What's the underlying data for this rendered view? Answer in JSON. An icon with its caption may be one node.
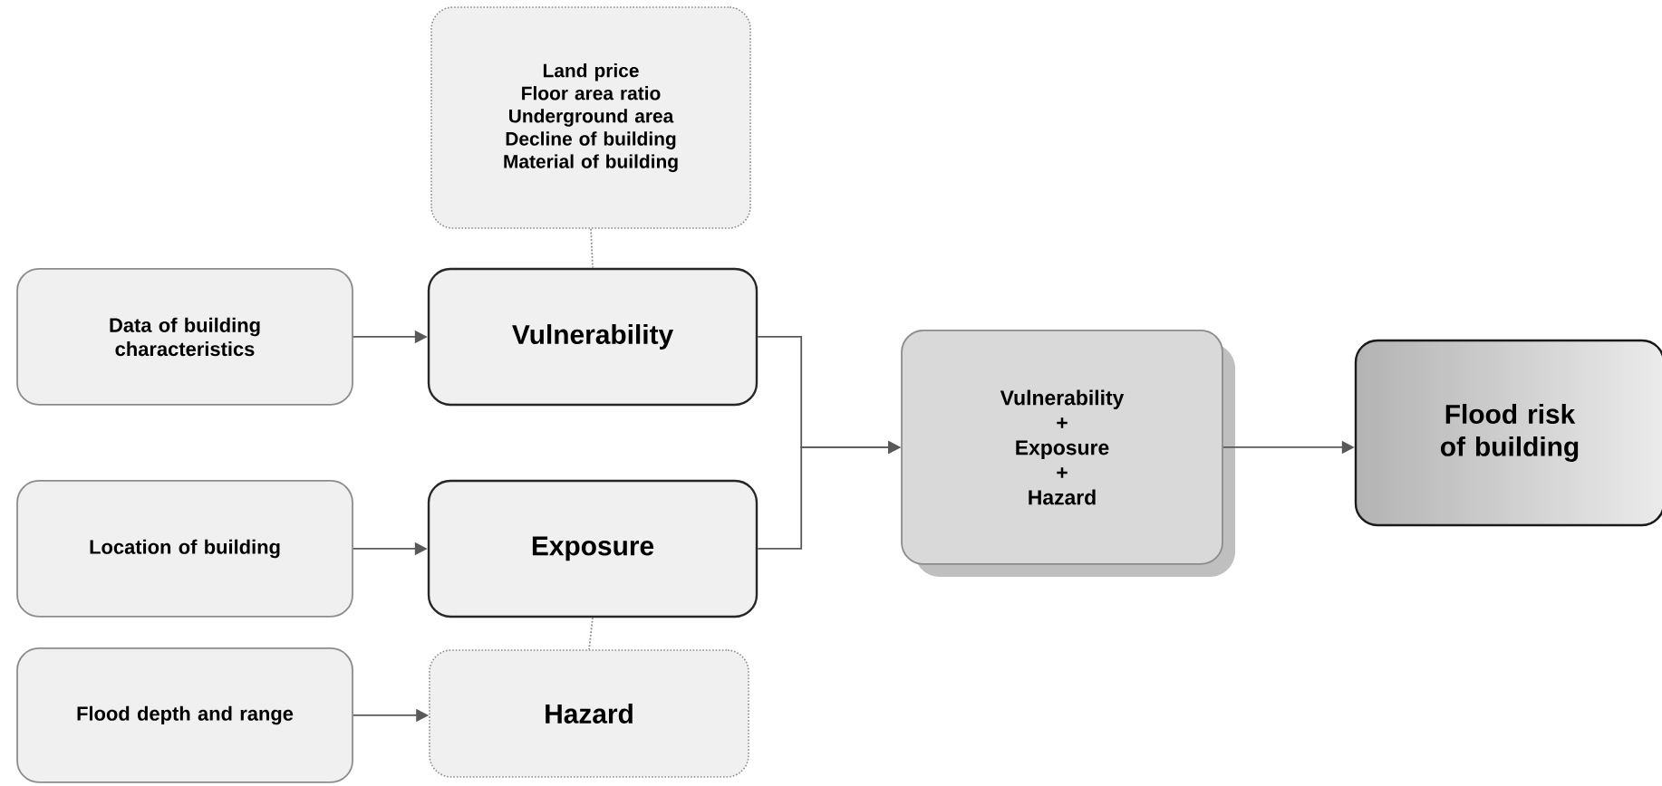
{
  "diagram": {
    "nodes": [
      {
        "text": [
          "Land price",
          "Floor area ratio",
          "Underground area",
          "Decline of building",
          "Material of building"
        ]
      },
      {
        "text": [
          "Data of building characteristics"
        ]
      },
      {
        "text": [
          "Vulnerability"
        ]
      },
      {
        "text": [
          "Location of building"
        ]
      },
      {
        "text": [
          "Exposure"
        ]
      },
      {
        "text": [
          "Flood depth and range"
        ]
      },
      {
        "text": [
          "Hazard"
        ]
      },
      {
        "text": [
          "Vulnerability",
          "+",
          "Exposure",
          "+",
          "Hazard"
        ]
      },
      {
        "text": [
          "Flood risk of building"
        ]
      }
    ],
    "edges": [
      {
        "from": 1,
        "to": 2,
        "arrow": "to"
      },
      {
        "from": 3,
        "to": 4,
        "arrow": "to"
      },
      {
        "from": 5,
        "to": 6,
        "arrow": "to"
      },
      {
        "from": 0,
        "to": 2,
        "arrow": "none",
        "style": "dashed"
      },
      {
        "from": 4,
        "to": 6,
        "arrow": "none",
        "style": "dashed"
      },
      {
        "from": 2,
        "to": 7,
        "arrow": "to"
      },
      {
        "from": 4,
        "to": 7,
        "arrow": "to"
      },
      {
        "from": 7,
        "to": 8,
        "arrow": "to"
      }
    ]
  }
}
